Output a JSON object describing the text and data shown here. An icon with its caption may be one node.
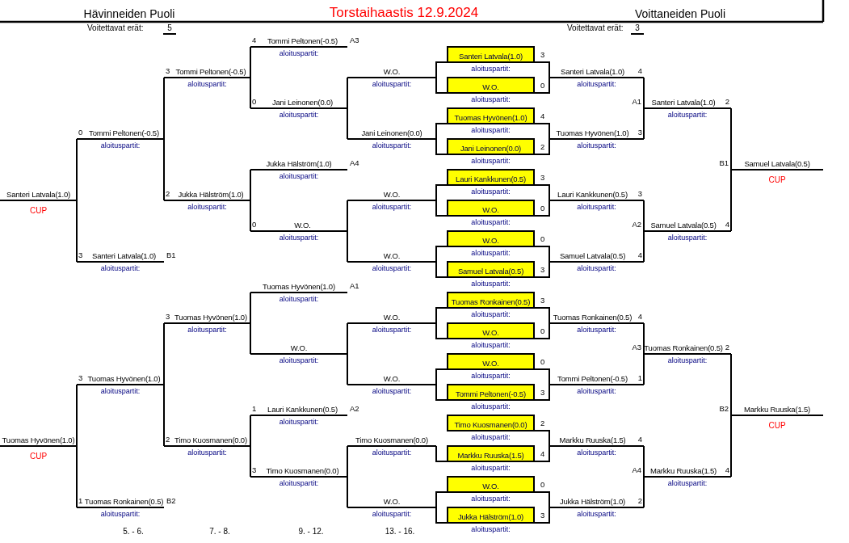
{
  "diagram": {
    "title": "Torstaihaastis 12.9.2024",
    "nodes": [
      {
        "text": [
          "Santeri Latvala(1.0)",
          "CUP"
        ]
      },
      {
        "text": [
          "Tuomas Hyvönen(1.0)",
          "CUP"
        ]
      },
      {
        "text": [
          "Tommi Peltonen(-0.5)",
          "aloituspartit:"
        ],
        "beside": [
          "0"
        ]
      },
      {
        "text": [
          "Santeri Latvala(1.0)",
          "aloituspartit:"
        ],
        "beside": [
          "3",
          "B1"
        ]
      },
      {
        "text": [
          "Tuomas Hyvönen(1.0)",
          "aloituspartit:"
        ],
        "beside": [
          "3"
        ]
      },
      {
        "text": [
          "Tuomas Ronkainen(0.5)",
          "aloituspartit:"
        ],
        "beside": [
          "1",
          "B2"
        ]
      },
      {
        "text": [
          "Tommi Peltonen(-0.5)",
          "aloituspartit:"
        ],
        "beside": [
          "3"
        ]
      },
      {
        "text": [
          "Jukka Hälström(1.0)",
          "aloituspartit:"
        ],
        "beside": [
          "2"
        ]
      },
      {
        "text": [
          "Tuomas Hyvönen(1.0)",
          "aloituspartit:"
        ],
        "beside": [
          "3"
        ]
      },
      {
        "text": [
          "Timo Kuosmanen(0.0)",
          "aloituspartit:"
        ],
        "beside": [
          "2"
        ]
      },
      {
        "text": [
          "Tommi Peltonen(-0.5)",
          "aloituspartit:"
        ],
        "beside": [
          "4",
          "A3"
        ]
      },
      {
        "text": [
          "Jani Leinonen(0.0)",
          "aloituspartit:"
        ],
        "beside": [
          "0"
        ]
      },
      {
        "text": [
          "Jukka Hälström(1.0)",
          "aloituspartit:"
        ],
        "beside": [
          "A4"
        ]
      },
      {
        "text": [
          "W.O.",
          "aloituspartit:"
        ],
        "beside": [
          "0"
        ]
      },
      {
        "text": [
          "Tuomas Hyvönen(1.0)",
          "aloituspartit:"
        ],
        "beside": [
          "A1"
        ]
      },
      {
        "text": [
          "W.O.",
          "aloituspartit:"
        ]
      },
      {
        "text": [
          "Lauri Kankkunen(0.5)",
          "aloituspartit:"
        ],
        "beside": [
          "1",
          "A2"
        ]
      },
      {
        "text": [
          "Timo Kuosmanen(0.0)",
          "aloituspartit:"
        ],
        "beside": [
          "3"
        ]
      },
      {
        "text": [
          "W.O.",
          "aloituspartit:"
        ]
      },
      {
        "text": [
          "Jani Leinonen(0.0)",
          "aloituspartit:"
        ]
      },
      {
        "text": [
          "W.O.",
          "aloituspartit:"
        ]
      },
      {
        "text": [
          "W.O.",
          "aloituspartit:"
        ]
      },
      {
        "text": [
          "W.O.",
          "aloituspartit:"
        ]
      },
      {
        "text": [
          "W.O.",
          "aloituspartit:"
        ]
      },
      {
        "text": [
          "Timo Kuosmanen(0.0)",
          "aloituspartit:"
        ]
      },
      {
        "text": [
          "W.O.",
          "aloituspartit:"
        ]
      },
      {
        "text": [
          "Santeri Latvala(1.0)",
          "aloituspartit:"
        ],
        "beside": [
          "3"
        ]
      },
      {
        "text": [
          "W.O.",
          "aloituspartit:"
        ],
        "beside": [
          "0"
        ]
      },
      {
        "text": [
          "Tuomas Hyvönen(1.0)",
          "aloituspartit:"
        ],
        "beside": [
          "4"
        ]
      },
      {
        "text": [
          "Jani Leinonen(0.0)",
          "aloituspartit:"
        ],
        "beside": [
          "2"
        ]
      },
      {
        "text": [
          "Lauri Kankkunen(0.5)",
          "aloituspartit:"
        ],
        "beside": [
          "3"
        ]
      },
      {
        "text": [
          "W.O.",
          "aloituspartit:"
        ],
        "beside": [
          "0"
        ]
      },
      {
        "text": [
          "W.O.",
          "aloituspartit:"
        ],
        "beside": [
          "0"
        ]
      },
      {
        "text": [
          "Samuel Latvala(0.5)",
          "aloituspartit:"
        ],
        "beside": [
          "3"
        ]
      },
      {
        "text": [
          "Tuomas Ronkainen(0.5)",
          "aloituspartit:"
        ],
        "beside": [
          "3"
        ]
      },
      {
        "text": [
          "W.O.",
          "aloituspartit:"
        ],
        "beside": [
          "0"
        ]
      },
      {
        "text": [
          "W.O.",
          "aloituspartit:"
        ],
        "beside": [
          "0"
        ]
      },
      {
        "text": [
          "Tommi Peltonen(-0.5)",
          "aloituspartit:"
        ],
        "beside": [
          "3"
        ]
      },
      {
        "text": [
          "Timo Kuosmanen(0.0)",
          "aloituspartit:"
        ],
        "beside": [
          "2"
        ]
      },
      {
        "text": [
          "Markku Ruuska(1.5)",
          "aloituspartit:"
        ],
        "beside": [
          "4"
        ]
      },
      {
        "text": [
          "W.O.",
          "aloituspartit:"
        ],
        "beside": [
          "0"
        ]
      },
      {
        "text": [
          "Jukka Hälström(1.0)",
          "aloituspartit:"
        ],
        "beside": [
          "3"
        ]
      },
      {
        "text": [
          "Santeri Latvala(1.0)",
          "aloituspartit:"
        ],
        "beside": [
          "4"
        ]
      },
      {
        "text": [
          "Tuomas Hyvönen(1.0)",
          "aloituspartit:"
        ],
        "beside": [
          "3"
        ]
      },
      {
        "text": [
          "Lauri Kankkunen(0.5)",
          "aloituspartit:"
        ],
        "beside": [
          "3"
        ]
      },
      {
        "text": [
          "Samuel Latvala(0.5)",
          "aloituspartit:"
        ],
        "beside": [
          "4"
        ]
      },
      {
        "text": [
          "Tuomas Ronkainen(0.5)",
          "aloituspartit:"
        ],
        "beside": [
          "4"
        ]
      },
      {
        "text": [
          "Tommi Peltonen(-0.5)",
          "aloituspartit:"
        ],
        "beside": [
          "1"
        ]
      },
      {
        "text": [
          "Markku Ruuska(1.5)",
          "aloituspartit:"
        ],
        "beside": [
          "4"
        ]
      },
      {
        "text": [
          "Jukka Hälström(1.0)",
          "aloituspartit:"
        ],
        "beside": [
          "2"
        ]
      },
      {
        "text": [
          "Santeri Latvala(1.0)",
          "aloituspartit:"
        ],
        "beside": [
          "A1",
          "2"
        ]
      },
      {
        "text": [
          "Samuel Latvala(0.5)",
          "aloituspartit:"
        ],
        "beside": [
          "A2",
          "4"
        ]
      },
      {
        "text": [
          "Tuomas Ronkainen(0.5)",
          "aloituspartit:"
        ],
        "beside": [
          "A3",
          "2"
        ]
      },
      {
        "text": [
          "Markku Ruuska(1.5)",
          "aloituspartit:"
        ],
        "beside": [
          "A4",
          "4"
        ]
      },
      {
        "text": [
          "Samuel Latvala(0.5)",
          "CUP"
        ],
        "beside": [
          "B1"
        ]
      },
      {
        "text": [
          "Markku Ruuska(1.5)",
          "CUP"
        ],
        "beside": [
          "B2"
        ]
      }
    ],
    "edges": [
      {
        "from": 2,
        "to": 0,
        "arrow": "none"
      },
      {
        "from": 3,
        "to": 0,
        "arrow": "none"
      },
      {
        "from": 4,
        "to": 1,
        "arrow": "none"
      },
      {
        "from": 5,
        "to": 1,
        "arrow": "none"
      },
      {
        "from": 6,
        "to": 2,
        "arrow": "none"
      },
      {
        "from": 7,
        "to": 2,
        "arrow": "none"
      },
      {
        "from": 8,
        "to": 4,
        "arrow": "none"
      },
      {
        "from": 9,
        "to": 4,
        "arrow": "none"
      },
      {
        "from": 10,
        "to": 6,
        "arrow": "none"
      },
      {
        "from": 11,
        "to": 6,
        "arrow": "none"
      },
      {
        "from": 12,
        "to": 7,
        "arrow": "none"
      },
      {
        "from": 13,
        "to": 7,
        "arrow": "none"
      },
      {
        "from": 14,
        "to": 8,
        "arrow": "none"
      },
      {
        "from": 15,
        "to": 8,
        "arrow": "none"
      },
      {
        "from": 16,
        "to": 9,
        "arrow": "none"
      },
      {
        "from": 17,
        "to": 9,
        "arrow": "none"
      },
      {
        "from": 18,
        "to": 11,
        "arrow": "none"
      },
      {
        "from": 19,
        "to": 11,
        "arrow": "none"
      },
      {
        "from": 20,
        "to": 13,
        "arrow": "none"
      },
      {
        "from": 21,
        "to": 13,
        "arrow": "none"
      },
      {
        "from": 22,
        "to": 15,
        "arrow": "none"
      },
      {
        "from": 23,
        "to": 15,
        "arrow": "none"
      },
      {
        "from": 24,
        "to": 17,
        "arrow": "none"
      },
      {
        "from": 25,
        "to": 17,
        "arrow": "none"
      },
      {
        "from": 26,
        "to": 18,
        "arrow": "none"
      },
      {
        "from": 27,
        "to": 18,
        "arrow": "none"
      },
      {
        "from": 28,
        "to": 19,
        "arrow": "none"
      },
      {
        "from": 29,
        "to": 19,
        "arrow": "none"
      },
      {
        "from": 30,
        "to": 20,
        "arrow": "none"
      },
      {
        "from": 31,
        "to": 20,
        "arrow": "none"
      },
      {
        "from": 32,
        "to": 21,
        "arrow": "none"
      },
      {
        "from": 33,
        "to": 21,
        "arrow": "none"
      },
      {
        "from": 34,
        "to": 22,
        "arrow": "none"
      },
      {
        "from": 35,
        "to": 22,
        "arrow": "none"
      },
      {
        "from": 36,
        "to": 23,
        "arrow": "none"
      },
      {
        "from": 37,
        "to": 23,
        "arrow": "none"
      },
      {
        "from": 39,
        "to": 24,
        "arrow": "none"
      },
      {
        "from": 40,
        "to": 25,
        "arrow": "none"
      },
      {
        "from": 41,
        "to": 25,
        "arrow": "none"
      },
      {
        "from": 26,
        "to": 42,
        "arrow": "none"
      },
      {
        "from": 27,
        "to": 42,
        "arrow": "none"
      },
      {
        "from": 28,
        "to": 43,
        "arrow": "none"
      },
      {
        "from": 29,
        "to": 43,
        "arrow": "none"
      },
      {
        "from": 30,
        "to": 44,
        "arrow": "none"
      },
      {
        "from": 31,
        "to": 44,
        "arrow": "none"
      },
      {
        "from": 32,
        "to": 45,
        "arrow": "none"
      },
      {
        "from": 33,
        "to": 45,
        "arrow": "none"
      },
      {
        "from": 34,
        "to": 46,
        "arrow": "none"
      },
      {
        "from": 35,
        "to": 46,
        "arrow": "none"
      },
      {
        "from": 36,
        "to": 47,
        "arrow": "none"
      },
      {
        "from": 37,
        "to": 47,
        "arrow": "none"
      },
      {
        "from": 38,
        "to": 48,
        "arrow": "none"
      },
      {
        "from": 39,
        "to": 48,
        "arrow": "none"
      },
      {
        "from": 40,
        "to": 49,
        "arrow": "none"
      },
      {
        "from": 41,
        "to": 49,
        "arrow": "none"
      },
      {
        "from": 42,
        "to": 50,
        "arrow": "none"
      },
      {
        "from": 43,
        "to": 50,
        "arrow": "none"
      },
      {
        "from": 44,
        "to": 51,
        "arrow": "none"
      },
      {
        "from": 45,
        "to": 51,
        "arrow": "none"
      },
      {
        "from": 46,
        "to": 52,
        "arrow": "none"
      },
      {
        "from": 47,
        "to": 52,
        "arrow": "none"
      },
      {
        "from": 48,
        "to": 53,
        "arrow": "none"
      },
      {
        "from": 49,
        "to": 53,
        "arrow": "none"
      },
      {
        "from": 50,
        "to": 54,
        "arrow": "none"
      },
      {
        "from": 51,
        "to": 54,
        "arrow": "none"
      },
      {
        "from": 52,
        "to": 55,
        "arrow": "none"
      },
      {
        "from": 53,
        "to": 55,
        "arrow": "none"
      }
    ],
    "labels": [
      "Hävinneiden Puoli",
      "Voittaneiden Puoli",
      "Voitettavat erät:",
      "5",
      "Voitettavat erät:",
      "3",
      "5. - 6.",
      "7. - 8.",
      "9. - 12.",
      "13. - 16."
    ]
  }
}
